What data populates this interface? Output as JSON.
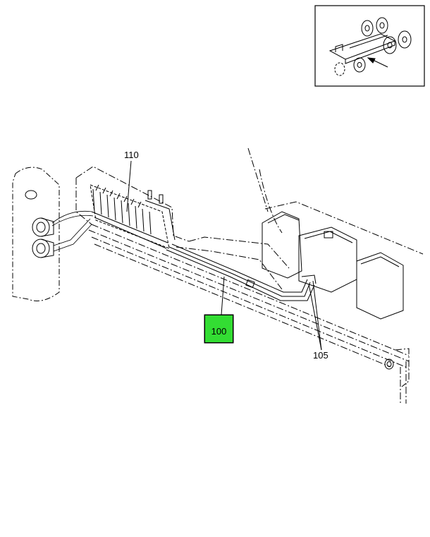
{
  "callouts": {
    "part_110": "110",
    "part_100": "100",
    "part_105": "105"
  },
  "colors": {
    "highlight": "#33dd33",
    "line": "#000000",
    "background": "#ffffff"
  }
}
